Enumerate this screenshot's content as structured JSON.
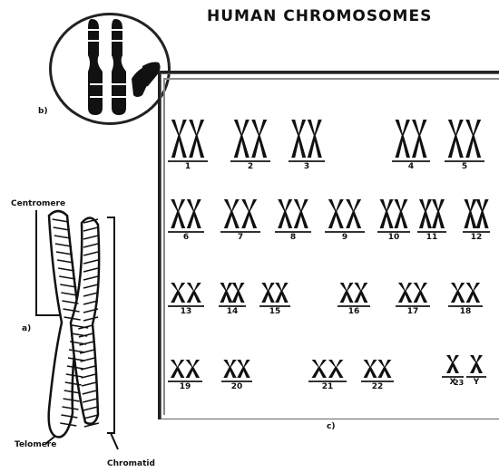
{
  "title": "HUMAN CHROMOSOMES",
  "labels": {
    "b": "b)",
    "a": "a)",
    "c": "c)",
    "centromere": "Centromere",
    "telomere": "Telomere",
    "chromatid": "Chromatid"
  },
  "karyotype": [
    {
      "n": "1"
    },
    {
      "n": "2"
    },
    {
      "n": "3"
    },
    {
      "n": "4"
    },
    {
      "n": "5"
    },
    {
      "n": "6"
    },
    {
      "n": "7"
    },
    {
      "n": "8"
    },
    {
      "n": "9"
    },
    {
      "n": "10"
    },
    {
      "n": "11"
    },
    {
      "n": "12"
    },
    {
      "n": "13"
    },
    {
      "n": "14"
    },
    {
      "n": "15"
    },
    {
      "n": "16"
    },
    {
      "n": "17"
    },
    {
      "n": "18"
    },
    {
      "n": "19"
    },
    {
      "n": "20"
    },
    {
      "n": "21"
    },
    {
      "n": "22"
    },
    {
      "n": "X"
    },
    {
      "n": "Y"
    }
  ],
  "sex_label": "23"
}
